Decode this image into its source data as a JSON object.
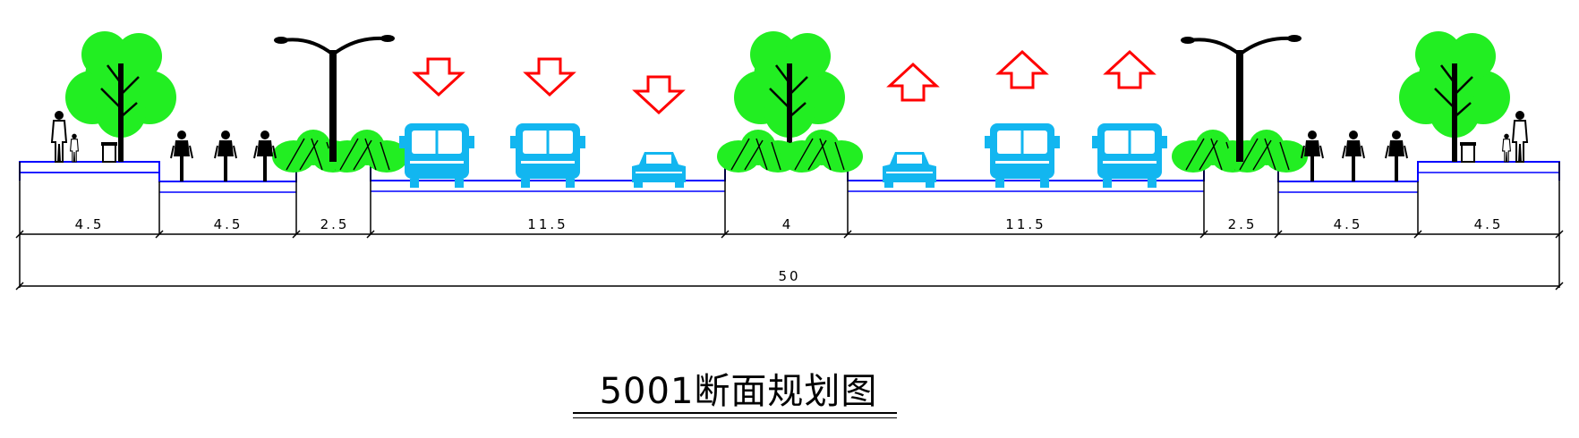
{
  "title": "5001断面规划图",
  "total_width_label": "50",
  "segments": [
    {
      "id": "sidewalk-left",
      "label": "4.5"
    },
    {
      "id": "bike-lane-left",
      "label": "4.5"
    },
    {
      "id": "green-belt-left",
      "label": "2.5"
    },
    {
      "id": "carriageway-left",
      "label": "11.5"
    },
    {
      "id": "median",
      "label": "4"
    },
    {
      "id": "carriageway-right",
      "label": "11.5"
    },
    {
      "id": "green-belt-right",
      "label": "2.5"
    },
    {
      "id": "bike-lane-right",
      "label": "4.5"
    },
    {
      "id": "sidewalk-right",
      "label": "4.5"
    }
  ],
  "colors": {
    "vehicle": "#12b6f0",
    "arrow": "#ff0000",
    "tree": "#22ee22",
    "outline": "#0000ff"
  }
}
